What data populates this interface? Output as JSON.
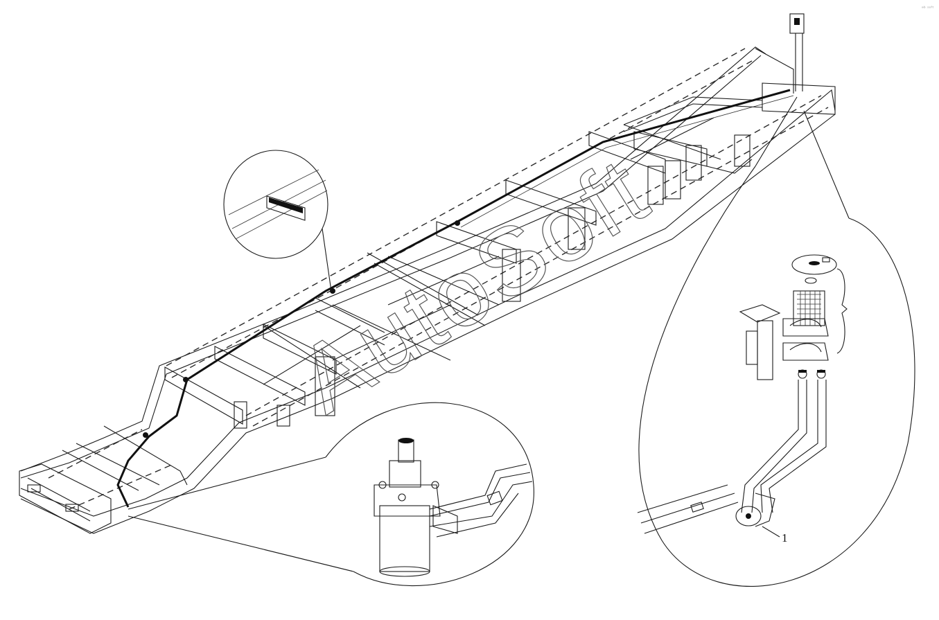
{
  "diagram": {
    "watermark": "AutoSoft",
    "callouts": [
      {
        "id": "1",
        "label": "1"
      }
    ],
    "corner_mark": "ᵃᵇ ˢᵒᶠᵗ"
  }
}
